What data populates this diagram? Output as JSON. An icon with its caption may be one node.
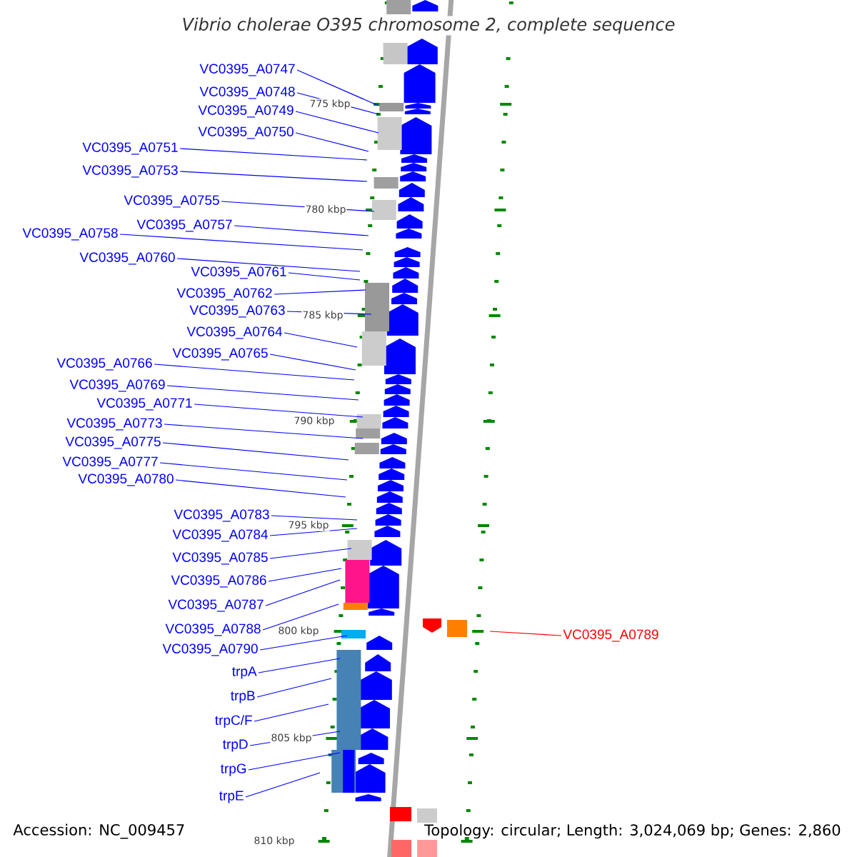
{
  "diagram": {
    "title": "Vibrio cholerae O395 chromosome 2, complete sequence",
    "nodes": [
      {
        "text": [
          "VC0395_A0747"
        ]
      },
      {
        "text": [
          "VC0395_A0748"
        ]
      },
      {
        "text": [
          "VC0395_A0749"
        ]
      },
      {
        "text": [
          "VC0395_A0750"
        ]
      },
      {
        "text": [
          "VC0395_A0751"
        ]
      },
      {
        "text": [
          "VC0395_A0753"
        ]
      },
      {
        "text": [
          "VC0395_A0755"
        ]
      },
      {
        "text": [
          "VC0395_A0757"
        ]
      },
      {
        "text": [
          "VC0395_A0758"
        ]
      },
      {
        "text": [
          "VC0395_A0760"
        ]
      },
      {
        "text": [
          "VC0395_A0761"
        ]
      },
      {
        "text": [
          "VC0395_A0762"
        ]
      },
      {
        "text": [
          "VC0395_A0763"
        ]
      },
      {
        "text": [
          "VC0395_A0764"
        ]
      },
      {
        "text": [
          "VC0395_A0765"
        ]
      },
      {
        "text": [
          "VC0395_A0766"
        ]
      },
      {
        "text": [
          "VC0395_A0769"
        ]
      },
      {
        "text": [
          "VC0395_A0771"
        ]
      },
      {
        "text": [
          "VC0395_A0773"
        ]
      },
      {
        "text": [
          "VC0395_A0775"
        ]
      },
      {
        "text": [
          "VC0395_A0777"
        ]
      },
      {
        "text": [
          "VC0395_A0780"
        ]
      },
      {
        "text": [
          "VC0395_A0783"
        ]
      },
      {
        "text": [
          "VC0395_A0784"
        ]
      },
      {
        "text": [
          "VC0395_A0785"
        ]
      },
      {
        "text": [
          "VC0395_A0786"
        ]
      },
      {
        "text": [
          "VC0395_A0787"
        ]
      },
      {
        "text": [
          "VC0395_A0788"
        ]
      },
      {
        "text": [
          "VC0395_A0789"
        ]
      },
      {
        "text": [
          "VC0395_A0790"
        ]
      },
      {
        "text": [
          "trpA"
        ]
      },
      {
        "text": [
          "trpB"
        ]
      },
      {
        "text": [
          "trpC/F"
        ]
      },
      {
        "text": [
          "trpD"
        ]
      },
      {
        "text": [
          "trpG"
        ]
      },
      {
        "text": [
          "trpE"
        ]
      }
    ],
    "edges": [
      {
        "from": 0,
        "to": null,
        "arrow": "none"
      },
      {
        "from": 1,
        "to": null,
        "arrow": "none"
      },
      {
        "from": 2,
        "to": null,
        "arrow": "none"
      },
      {
        "from": 3,
        "to": null,
        "arrow": "none"
      },
      {
        "from": 4,
        "to": null,
        "arrow": "none"
      },
      {
        "from": 5,
        "to": null,
        "arrow": "none"
      },
      {
        "from": 6,
        "to": null,
        "arrow": "none"
      },
      {
        "from": 7,
        "to": null,
        "arrow": "none"
      },
      {
        "from": 8,
        "to": null,
        "arrow": "none"
      },
      {
        "from": 9,
        "to": null,
        "arrow": "none"
      },
      {
        "from": 10,
        "to": null,
        "arrow": "none"
      },
      {
        "from": 11,
        "to": null,
        "arrow": "none"
      },
      {
        "from": 12,
        "to": null,
        "arrow": "none"
      },
      {
        "from": 13,
        "to": null,
        "arrow": "none"
      },
      {
        "from": 14,
        "to": null,
        "arrow": "none"
      },
      {
        "from": 15,
        "to": null,
        "arrow": "none"
      },
      {
        "from": 16,
        "to": null,
        "arrow": "none"
      },
      {
        "from": 17,
        "to": null,
        "arrow": "none"
      },
      {
        "from": 18,
        "to": null,
        "arrow": "none"
      },
      {
        "from": 19,
        "to": null,
        "arrow": "none"
      },
      {
        "from": 20,
        "to": null,
        "arrow": "none"
      },
      {
        "from": 21,
        "to": null,
        "arrow": "none"
      },
      {
        "from": 22,
        "to": null,
        "arrow": "none"
      },
      {
        "from": 23,
        "to": null,
        "arrow": "none"
      },
      {
        "from": 24,
        "to": null,
        "arrow": "none"
      },
      {
        "from": 25,
        "to": null,
        "arrow": "none"
      },
      {
        "from": 26,
        "to": null,
        "arrow": "none"
      },
      {
        "from": 27,
        "to": null,
        "arrow": "none"
      },
      {
        "from": 28,
        "to": null,
        "arrow": "none",
        "color": "#ff0000"
      },
      {
        "from": 29,
        "to": null,
        "arrow": "none"
      },
      {
        "from": 30,
        "to": null,
        "arrow": "none"
      },
      {
        "from": 31,
        "to": null,
        "arrow": "none"
      },
      {
        "from": 32,
        "to": null,
        "arrow": "none"
      },
      {
        "from": 33,
        "to": null,
        "arrow": "none"
      },
      {
        "from": 34,
        "to": null,
        "arrow": "none"
      },
      {
        "from": 35,
        "to": null,
        "arrow": "none"
      }
    ],
    "labels": [
      "775 kbp",
      "780 kbp",
      "785 kbp",
      "790 kbp",
      "795 kbp",
      "800 kbp",
      "805 kbp",
      "810 kbp",
      "Accession: NC_009457",
      "Topology: circular; Length: 3,024,069 bp; Genes: 2,860"
    ]
  }
}
